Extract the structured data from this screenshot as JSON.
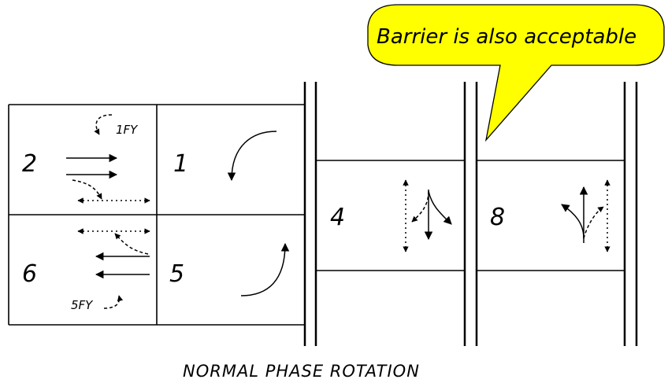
{
  "callout": {
    "text": "Barrier is also acceptable",
    "fill": "#ffff00"
  },
  "phases": {
    "p2": "2",
    "p1": "1",
    "p6": "6",
    "p5": "5",
    "p4": "4",
    "p8": "8"
  },
  "flash_labels": {
    "f1": "1FY",
    "f5": "5FY"
  },
  "caption": "NORMAL PHASE ROTATION",
  "colors": {
    "line": "#000000",
    "background": "#ffffff"
  }
}
